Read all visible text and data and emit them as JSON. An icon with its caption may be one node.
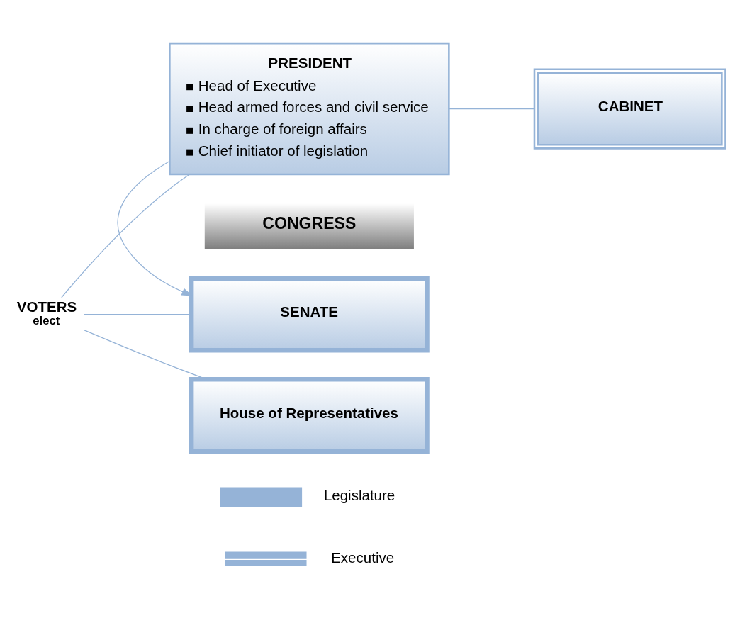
{
  "diagram": {
    "nodes": [
      {
        "text": [
          "PRESIDENT",
          "Head of Executive",
          "Head armed forces and civil service",
          "In charge of foreign affairs",
          "Chief initiator of legislation"
        ]
      },
      {
        "text": [
          "CABINET"
        ]
      },
      {
        "text": [
          "VOTERS",
          "elect"
        ]
      },
      {
        "text": [
          "CONGRESS"
        ]
      },
      {
        "text": [
          "SENATE"
        ]
      },
      {
        "text": [
          "House of Representatives"
        ]
      }
    ],
    "edges": [
      {
        "from": 0,
        "to": 1,
        "arrow": "none"
      },
      {
        "from": 0,
        "to": 4,
        "arrow": "to"
      },
      {
        "from": 2,
        "to": 0,
        "arrow": "none"
      },
      {
        "from": 2,
        "to": 4,
        "arrow": "none"
      },
      {
        "from": 2,
        "to": 5,
        "arrow": "none"
      }
    ],
    "legend": [
      {
        "text": "Legislature"
      },
      {
        "text": "Executive"
      }
    ]
  }
}
